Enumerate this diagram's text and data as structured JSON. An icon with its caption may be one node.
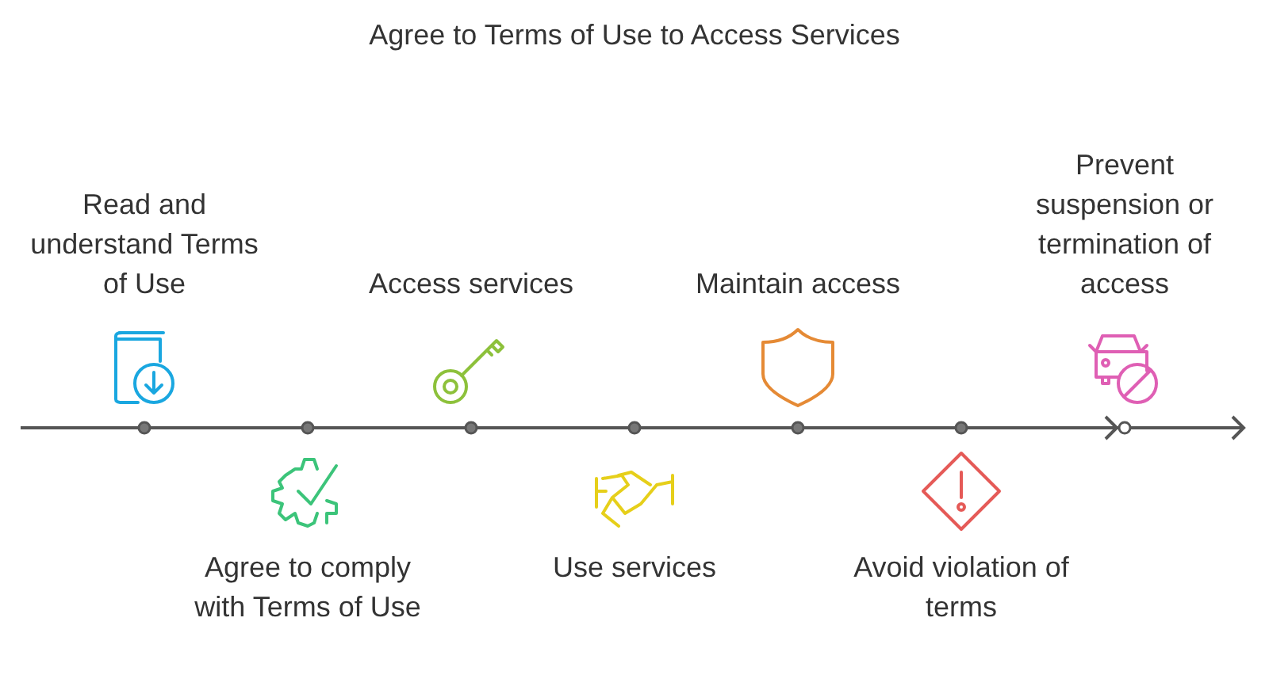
{
  "diagram": {
    "title": "Agree to Terms of Use to Access Services",
    "labels": [
      "Read and understand Terms of Use",
      "Agree to comply with Terms of Use",
      "Access services",
      "Use services",
      "Maintain access",
      "Avoid violation of terms",
      "Prevent suspension or termination of access"
    ]
  }
}
